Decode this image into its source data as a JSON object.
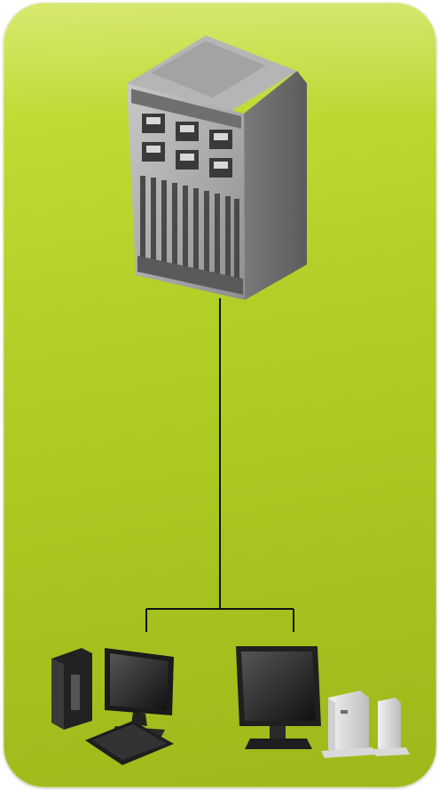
{
  "diagram": {
    "nodes": [
      {
        "id": "server",
        "kind": "blade-server-chassis"
      },
      {
        "id": "desktop-workstation",
        "kind": "desktop-pc-with-monitor"
      },
      {
        "id": "thin-client-station",
        "kind": "lcd-monitor-with-thin-clients"
      }
    ],
    "edges": [
      {
        "from": "server",
        "to": "desktop-workstation"
      },
      {
        "from": "server",
        "to": "thin-client-station"
      }
    ],
    "colors": {
      "panel_top": "#c9e03a",
      "panel_bottom": "#9fb81b",
      "connector": "#111111",
      "chassis": "#9a9a9a"
    }
  }
}
